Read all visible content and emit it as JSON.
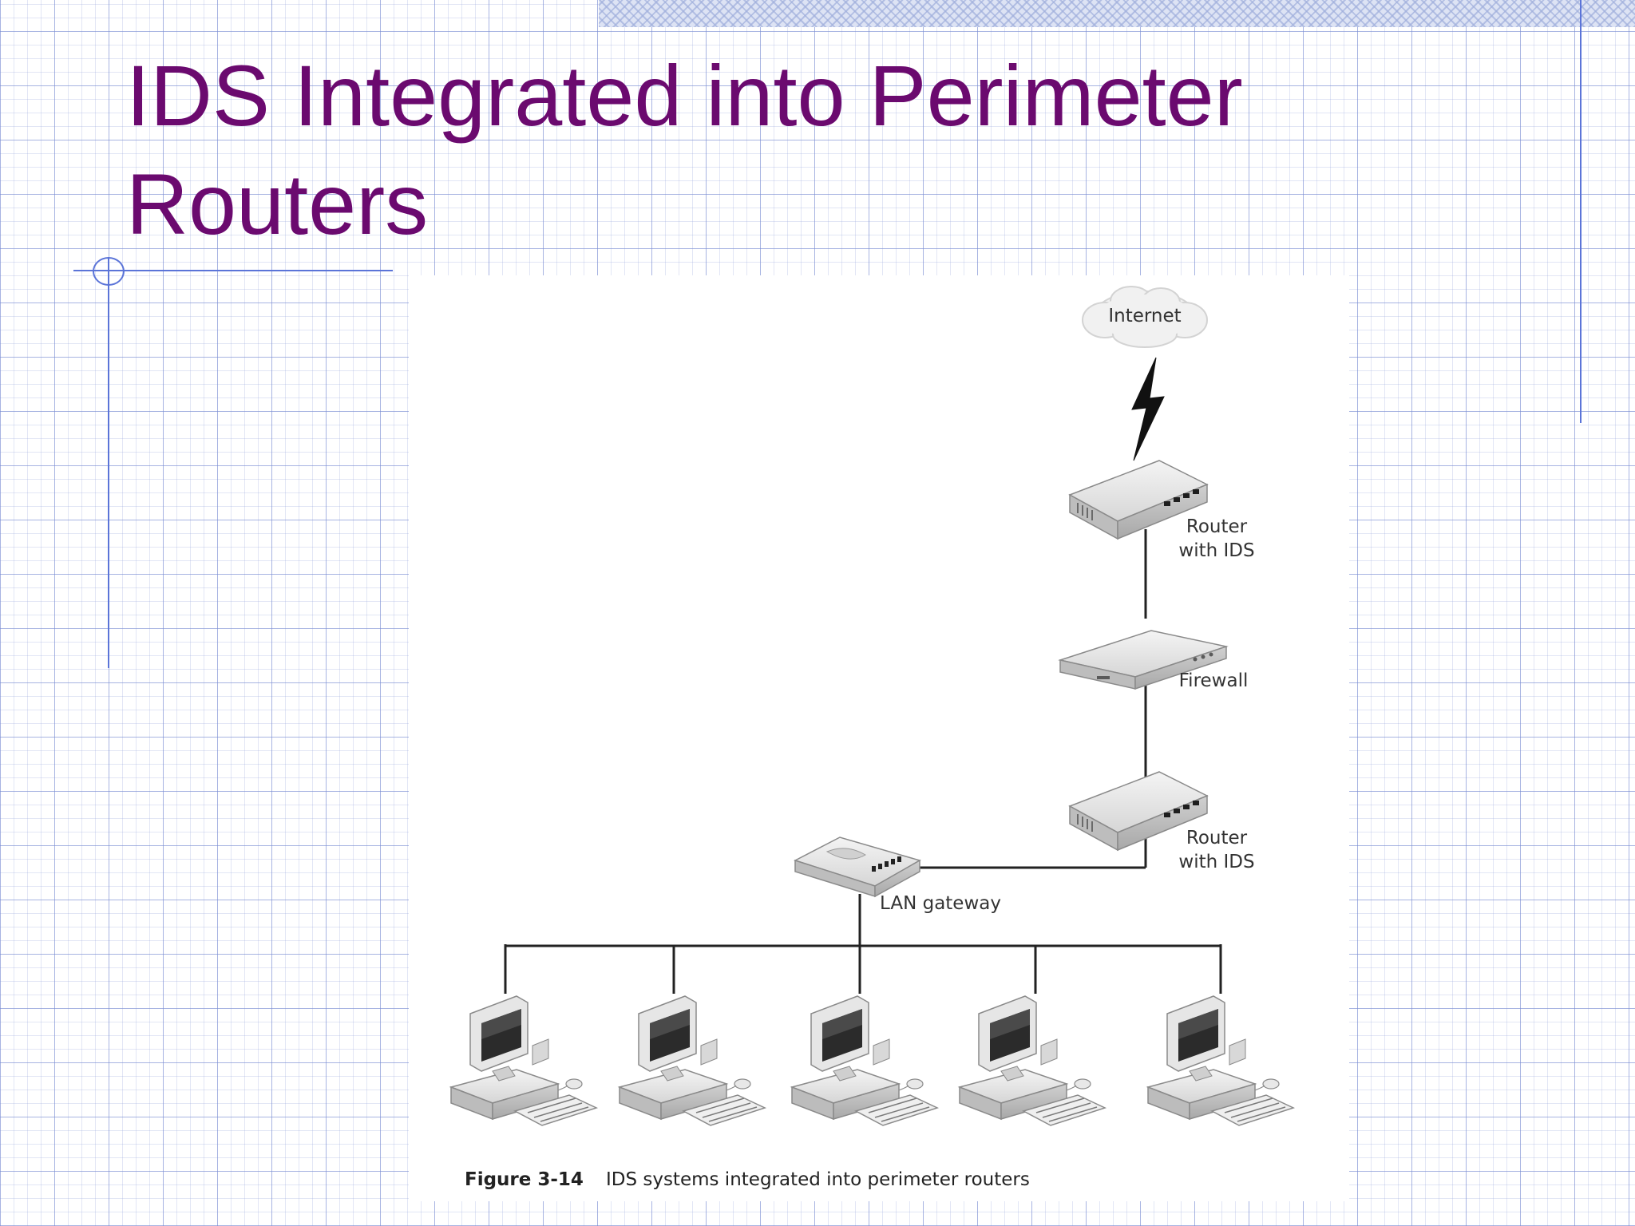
{
  "slide": {
    "title": "IDS Integrated into Perimeter Routers"
  },
  "diagram": {
    "labels": {
      "internet": "Internet",
      "router_top_line1": "Router",
      "router_top_line2": "with IDS",
      "firewall": "Firewall",
      "router_bottom_line1": "Router",
      "router_bottom_line2": "with IDS",
      "lan_gateway": "LAN gateway"
    },
    "workstation_count": 5,
    "caption": {
      "number": "Figure 3-14",
      "text": "IDS systems integrated into perimeter routers"
    }
  },
  "colors": {
    "title": "#6b0a6f",
    "accent_rule": "#5b74d8",
    "grid": "#8c9fdc"
  }
}
